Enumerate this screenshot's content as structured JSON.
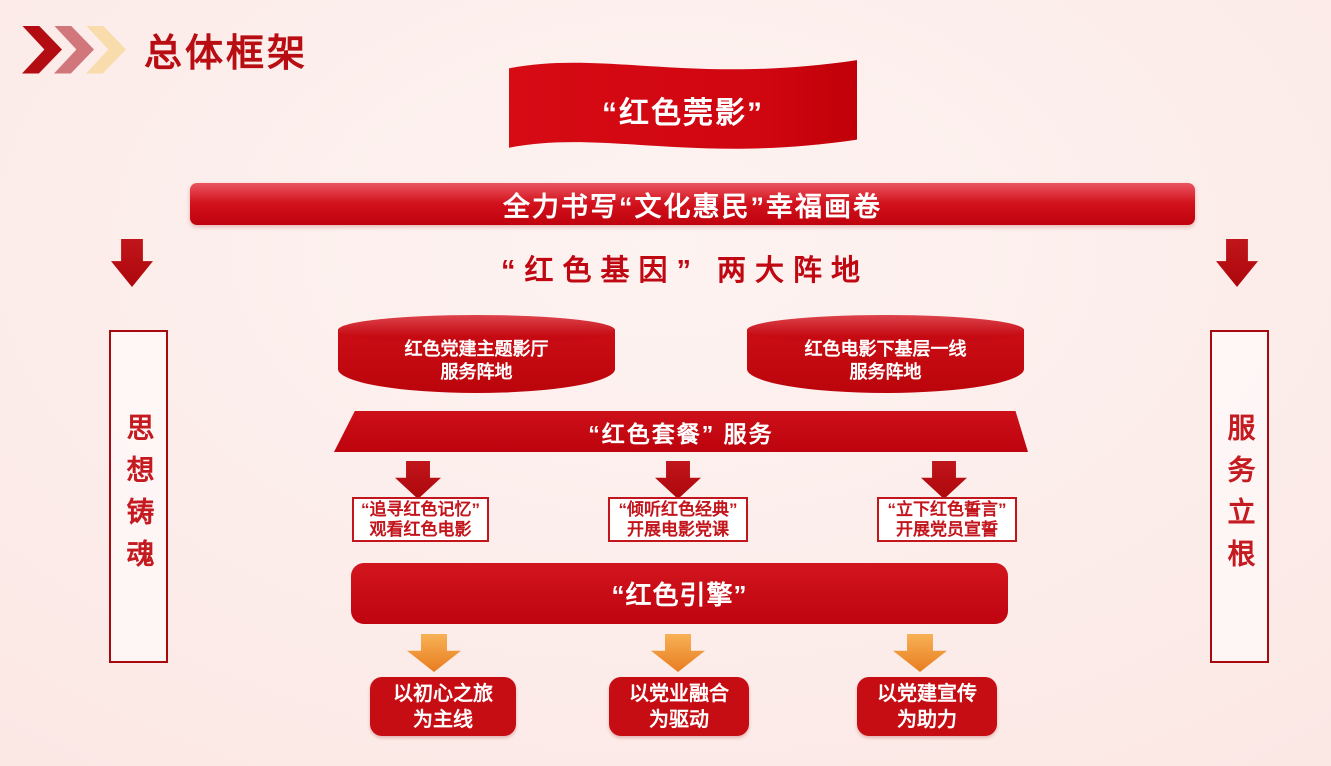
{
  "header": {
    "title": "总体框架"
  },
  "ribbon": {
    "label": "“红色莞影”"
  },
  "banner": {
    "label": "全力书写“文化惠民”幸福画卷"
  },
  "heading": {
    "label": "“红色基因” 两大阵地"
  },
  "pillars": {
    "left": {
      "label": "思想铸魂"
    },
    "right": {
      "label": "服务立根"
    }
  },
  "cylinders": [
    {
      "line1": "红色党建主题影厅",
      "line2": "服务阵地"
    },
    {
      "line1": "红色电影下基层一线",
      "line2": "服务阵地"
    }
  ],
  "package_bar": {
    "label": "“红色套餐” 服务"
  },
  "services": [
    {
      "line1": "“追寻红色记忆”",
      "line2": "观看红色电影"
    },
    {
      "line1": "“倾听红色经典”",
      "line2": "开展电影党课"
    },
    {
      "line1": "“立下红色誓言”",
      "line2": "开展党员宣誓"
    }
  ],
  "engine": {
    "label": "“红色引擎”"
  },
  "drivers": [
    {
      "line1": "以初心之旅",
      "line2": "为主线"
    },
    {
      "line1": "以党业融合",
      "line2": "为驱动"
    },
    {
      "line1": "以党建宣传",
      "line2": "为助力"
    }
  ],
  "colors": {
    "primary_red": "#c2070f",
    "dark_red": "#ad070c",
    "rose": "#d1767a",
    "peach": "#f8dcab",
    "orange": "#ee8a2a",
    "background_pink": "#fcebe8",
    "text_white": "#ffffff"
  }
}
